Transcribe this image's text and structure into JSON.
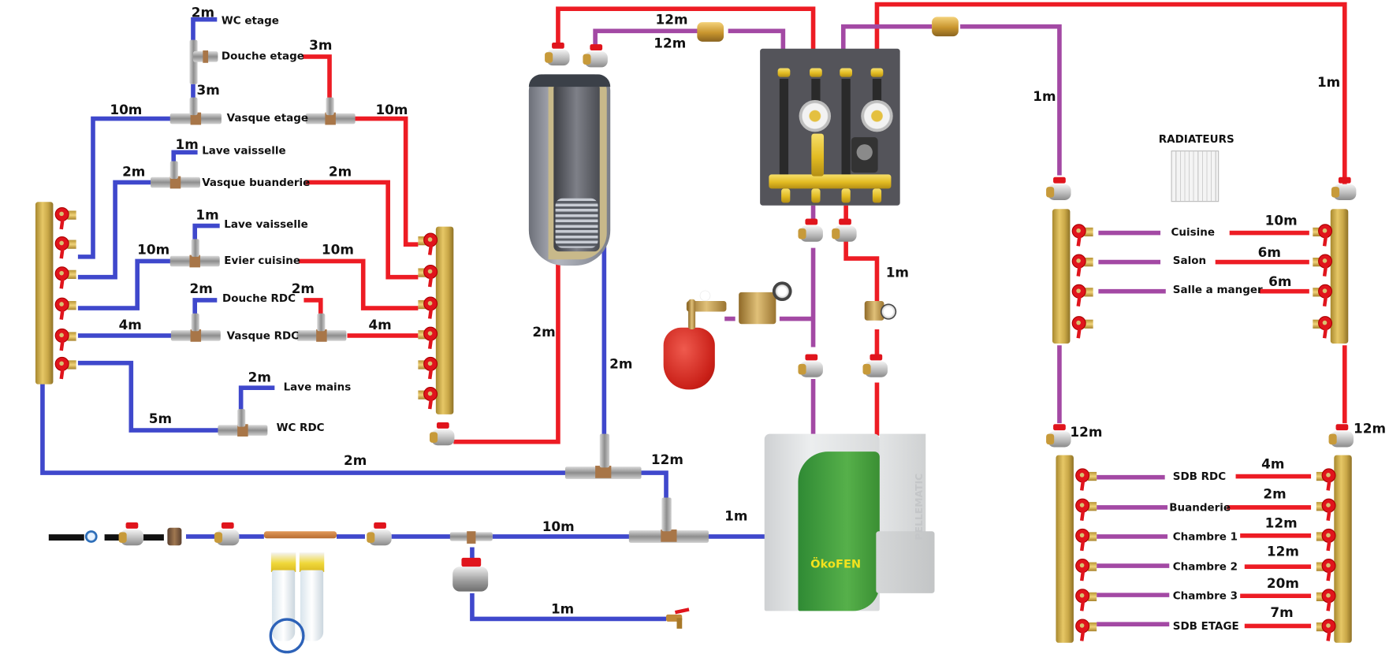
{
  "colors": {
    "cold_water": "#3f48cc",
    "hot_water": "#ed1c24",
    "heating_return": "#a349a4",
    "supply_line": "#111111"
  },
  "labels": {
    "radiators_title": "RADIATEURS",
    "boiler_brand": "ÖkoFEN",
    "boiler_model": "PELLEMATIC"
  },
  "sanitary_fixtures": {
    "wc_etage": "WC etage",
    "douche_etage": "Douche etage",
    "vasque_etage": "Vasque etage",
    "lave_vaisselle_1": "Lave vaisselle",
    "vasque_buanderie": "Vasque buanderie",
    "lave_vaisselle_2": "Lave vaisselle",
    "evier_cuisine": "Evier cuisine",
    "douche_rdc": "Douche RDC",
    "vasque_rdc": "Vasque RDC",
    "lave_mains": "Lave mains",
    "wc_rdc": "WC RDC"
  },
  "sanitary_lengths": {
    "wc_etage_cold": "2m",
    "douche_etage_hot": "3m",
    "etage_riser_cold": "3m",
    "etage_cold_main": "10m",
    "etage_hot_main": "10m",
    "lave_vaisselle_1_cold": "1m",
    "buanderie_cold": "2m",
    "buanderie_hot": "2m",
    "lave_vaisselle_2_cold": "1m",
    "cuisine_cold": "10m",
    "cuisine_hot": "10m",
    "douche_rdc_cold": "2m",
    "douche_rdc_hot": "2m",
    "vasque_rdc_cold": "4m",
    "vasque_rdc_hot": "4m",
    "lave_mains_cold": "2m",
    "wc_rdc_cold": "5m"
  },
  "distribution_lengths": {
    "cold_manifold_feed": "2m",
    "tank_hot_out": "2m",
    "tank_cold_in": "2m",
    "tee_to_boiler_branch": "12m",
    "supply_main": "10m",
    "boiler_feed": "1m",
    "garden_tap": "1m",
    "tank_coil_flow": "12m",
    "tank_coil_return": "12m",
    "safety_valve_branch": "1m",
    "rad_return_riser": "1m",
    "rad_flow_riser": "1m",
    "floor_return_riser": "12m",
    "floor_flow_riser": "12m"
  },
  "radiator_circuits_ground": [
    {
      "room": "Cuisine",
      "length": "10m"
    },
    {
      "room": "Salon",
      "length": "6m"
    },
    {
      "room": "Salle a manger",
      "length": "6m"
    }
  ],
  "radiator_circuits_upper": [
    {
      "room": "SDB RDC",
      "length": "4m"
    },
    {
      "room": "Buanderie",
      "length": "2m"
    },
    {
      "room": "Chambre 1",
      "length": "12m"
    },
    {
      "room": "Chambre 2",
      "length": "12m"
    },
    {
      "room": "Chambre 3",
      "length": "20m"
    },
    {
      "room": "SDB ETAGE",
      "length": "7m"
    }
  ]
}
